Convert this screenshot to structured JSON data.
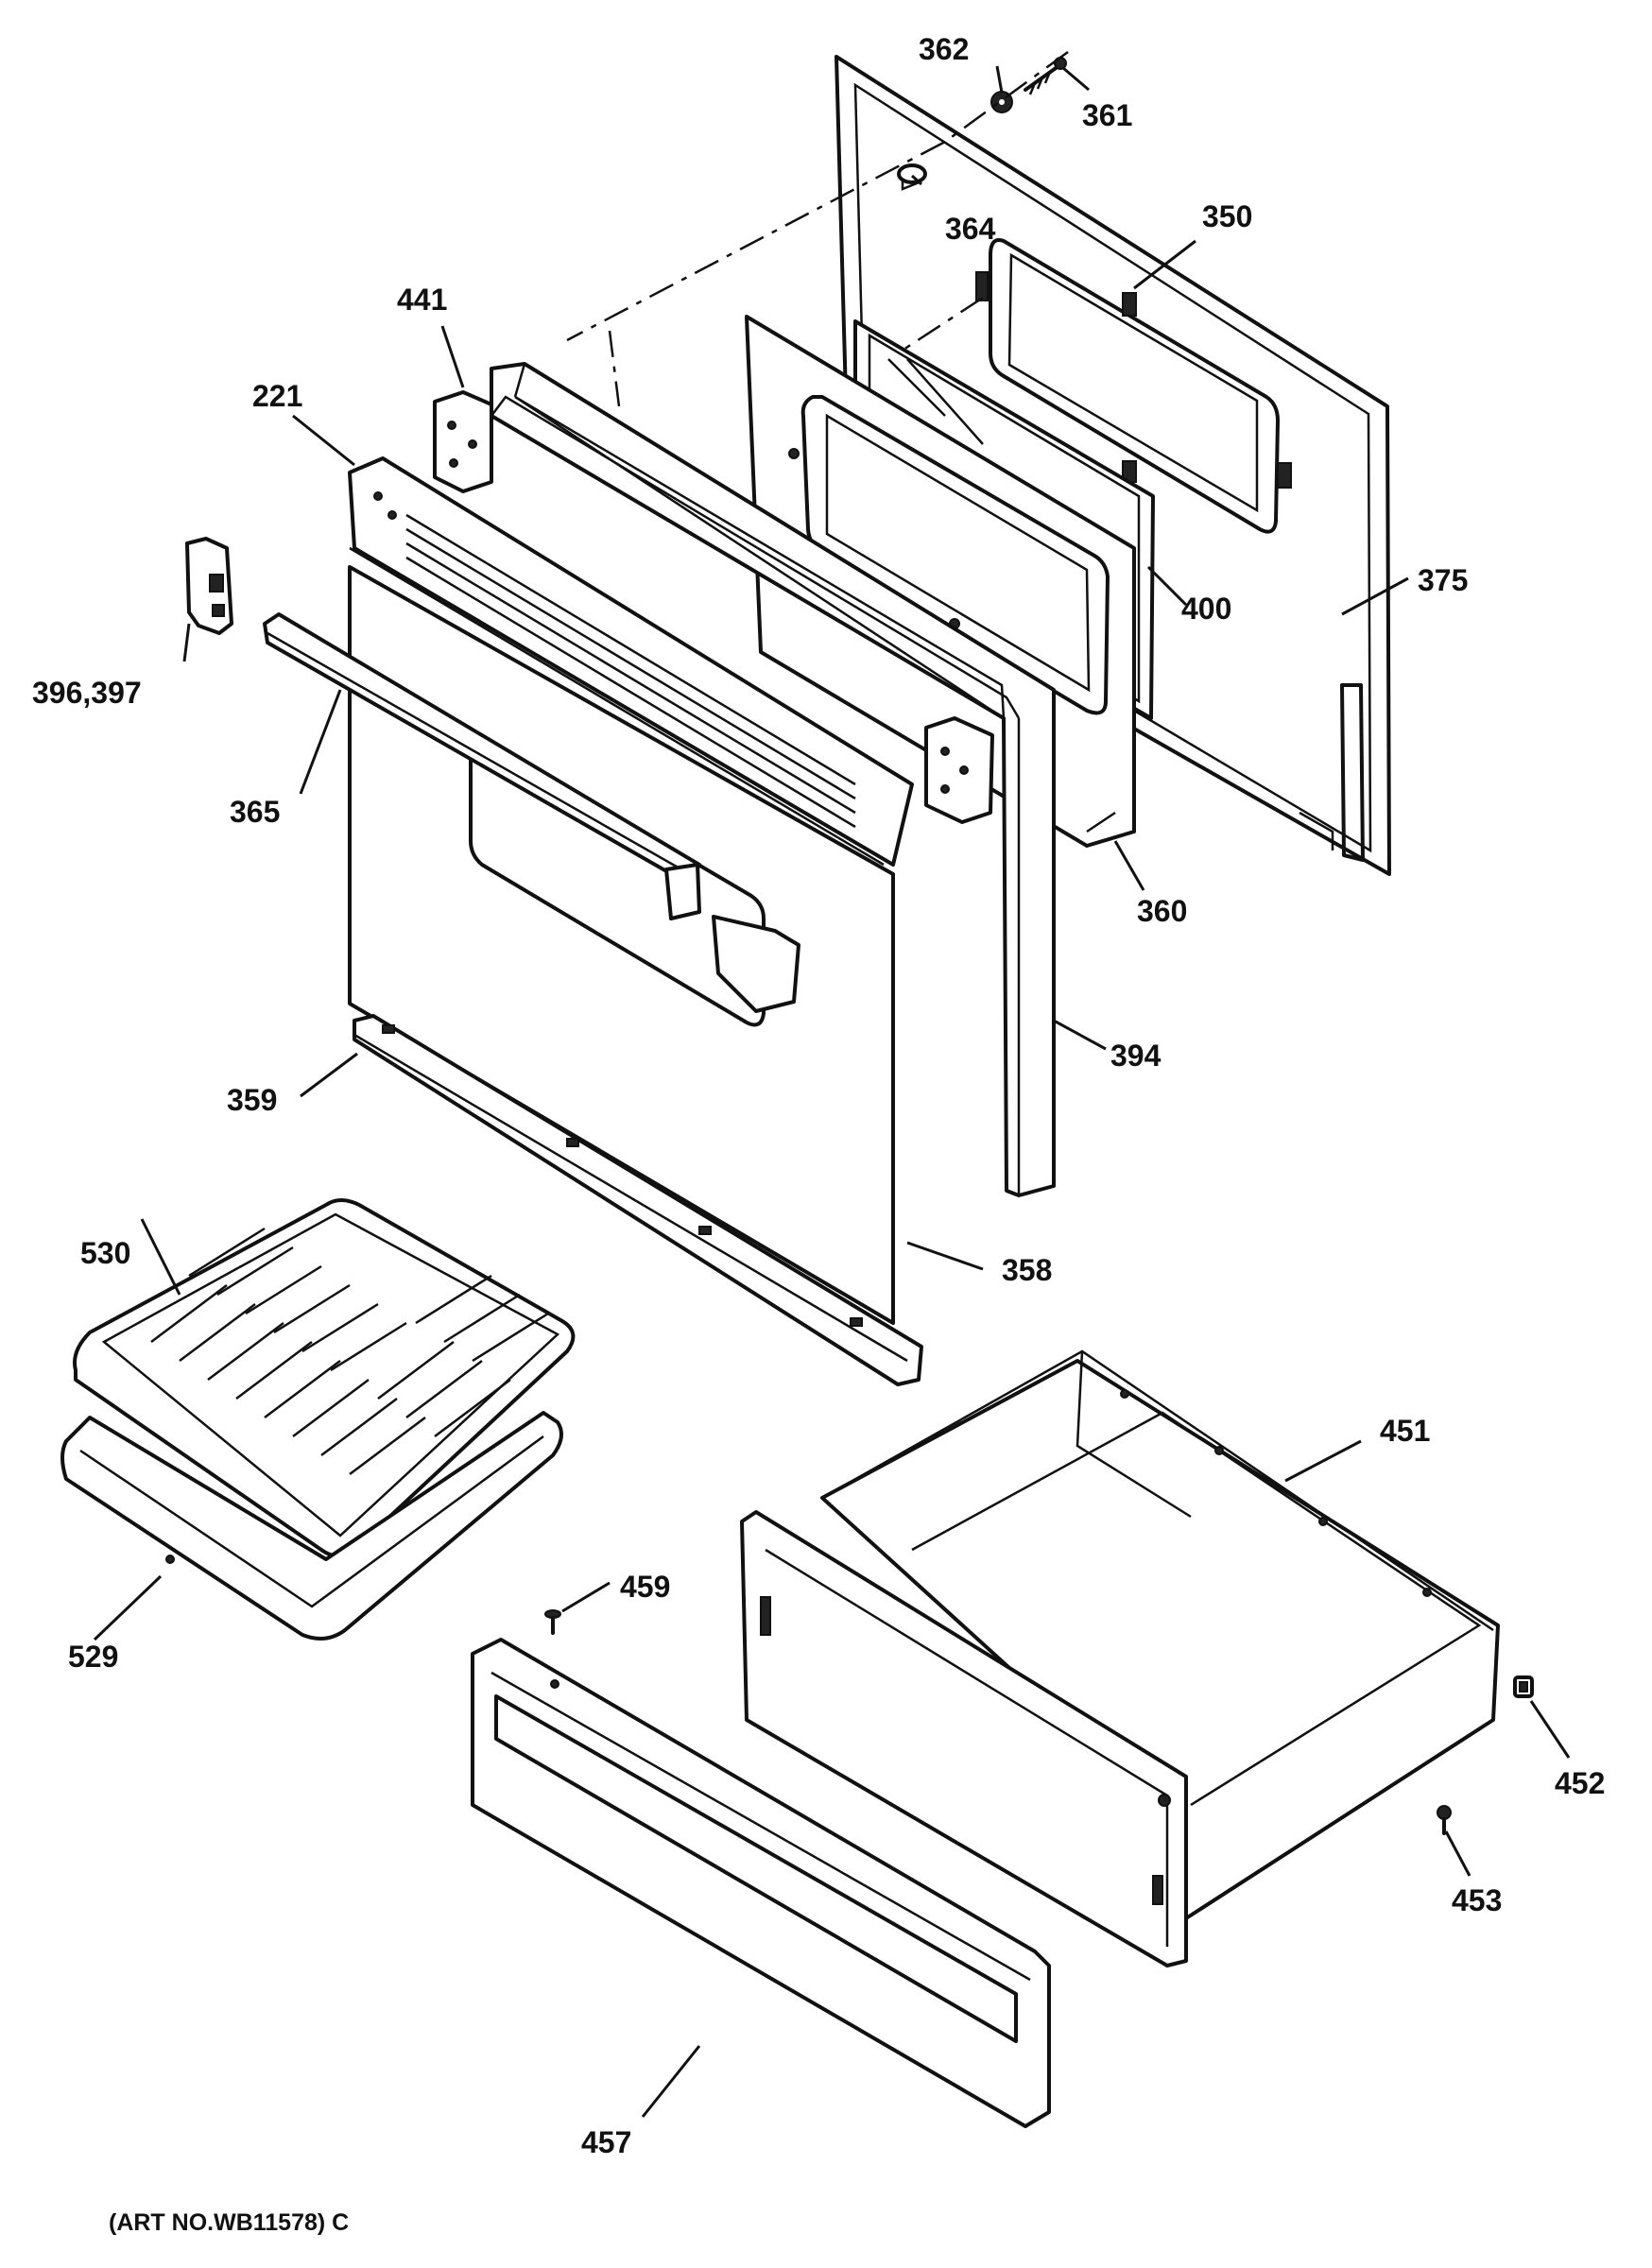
{
  "diagram": {
    "art_number": "(ART NO.WB11578) C",
    "callouts": {
      "c350": "350",
      "c361": "361",
      "c362": "362",
      "c364": "364",
      "c441": "441",
      "c221": "221",
      "c396_397": "396,397",
      "c365": "365",
      "c400": "400",
      "c375": "375",
      "c360": "360",
      "c394": "394",
      "c359": "359",
      "c358": "358",
      "c530": "530",
      "c529": "529",
      "c451": "451",
      "c459": "459",
      "c452": "452",
      "c453": "453",
      "c457": "457"
    }
  }
}
